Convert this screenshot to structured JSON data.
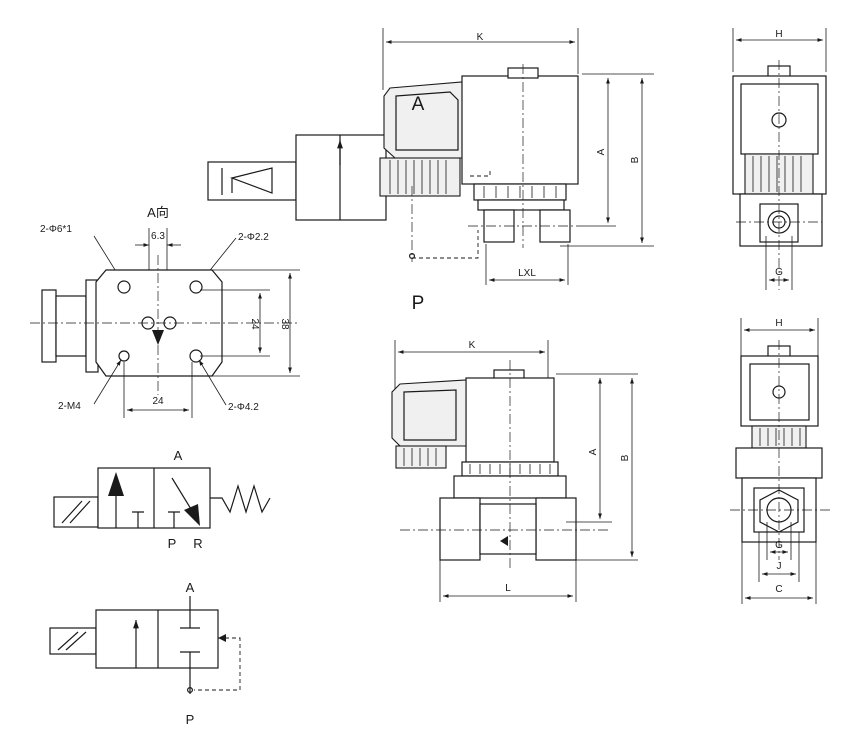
{
  "labels": {
    "dim_k": "K",
    "dim_h": "H",
    "dim_a": "A",
    "dim_b": "B",
    "dim_g": "G",
    "dim_j": "J",
    "dim_c": "C",
    "dim_l": "L",
    "dim_lxl": "LXL",
    "port_a": "A",
    "port_p": "P",
    "port_r": "R",
    "view_a": "A向",
    "hole_6": "2-Φ6*1",
    "hole_22": "2-Φ2.2",
    "dim_63": "6.3",
    "dim_24v": "24",
    "dim_38": "38",
    "dim_24h": "24",
    "screw_m4": "2-M4",
    "hole_42": "2-Φ4.2"
  }
}
